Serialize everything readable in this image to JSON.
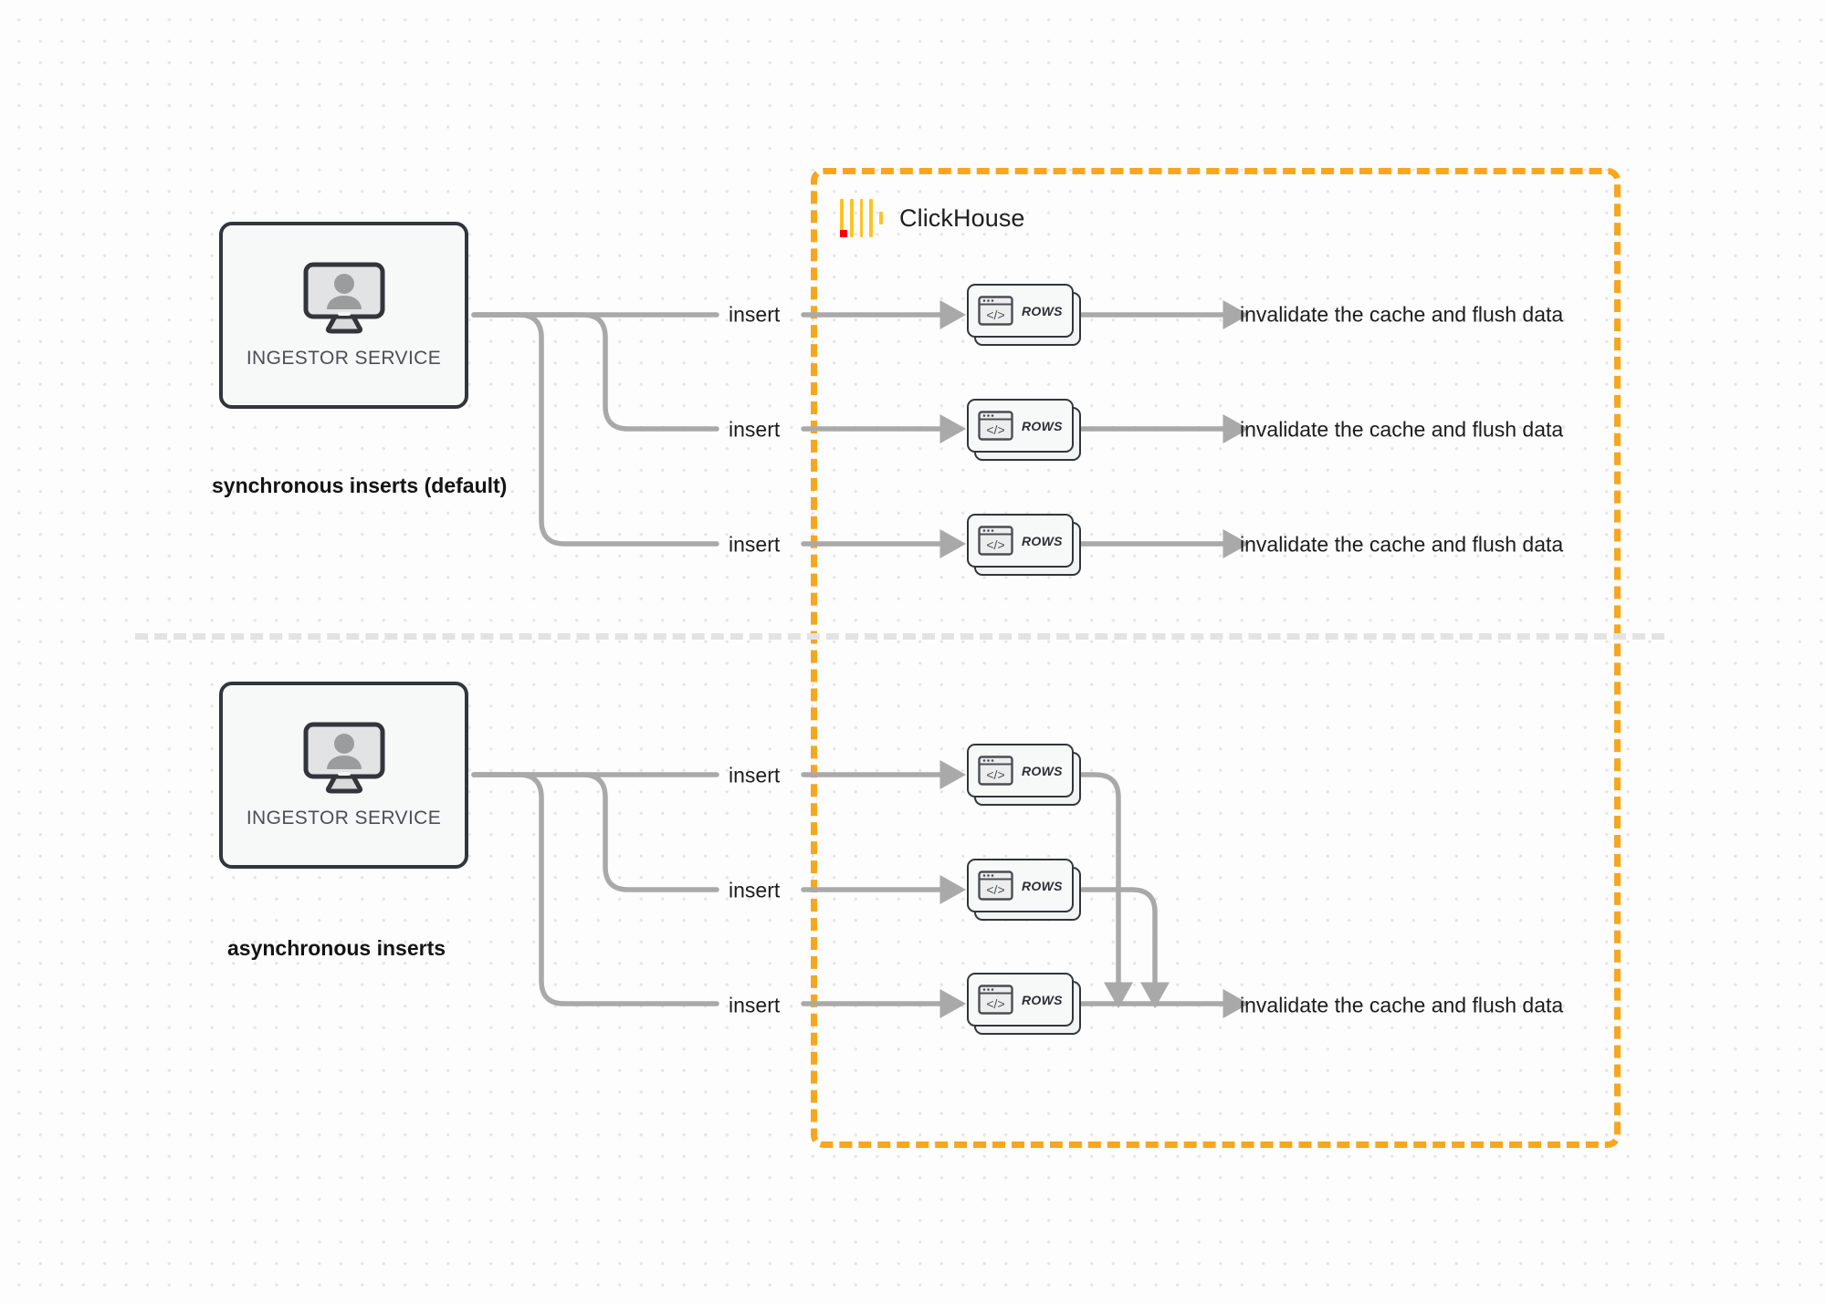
{
  "diagram": {
    "title": "ClickHouse synchronous vs asynchronous inserts",
    "colors": {
      "clickhouse_orange": "#F8A61E",
      "logo_yellow": "#FFC328",
      "logo_red": "#FF0000",
      "wire_gray": "#A9A9A9",
      "box_border": "#32363b",
      "divider_gray": "#e3e3e3",
      "background": "#fdfdfd"
    },
    "boundary": {
      "label": "ClickHouse",
      "style": "dashed"
    },
    "divider": {
      "style": "dashed"
    },
    "sections": [
      {
        "id": "synchronous",
        "caption": "synchronous inserts (default)",
        "service": {
          "label": "INGESTOR SERVICE",
          "icon": "monitor-user-icon"
        },
        "rows": [
          {
            "insert_label": "insert",
            "card_label": "ROWS",
            "result_label": "invalidate the cache and flush data"
          },
          {
            "insert_label": "insert",
            "card_label": "ROWS",
            "result_label": "invalidate the cache and flush data"
          },
          {
            "insert_label": "insert",
            "card_label": "ROWS",
            "result_label": "invalidate the cache and flush data"
          }
        ]
      },
      {
        "id": "asynchronous",
        "caption": "asynchronous inserts",
        "service": {
          "label": "INGESTOR SERVICE",
          "icon": "monitor-user-icon"
        },
        "rows": [
          {
            "insert_label": "insert",
            "card_label": "ROWS"
          },
          {
            "insert_label": "insert",
            "card_label": "ROWS"
          },
          {
            "insert_label": "insert",
            "card_label": "ROWS",
            "result_label": "invalidate the cache and flush data"
          }
        ]
      }
    ]
  }
}
